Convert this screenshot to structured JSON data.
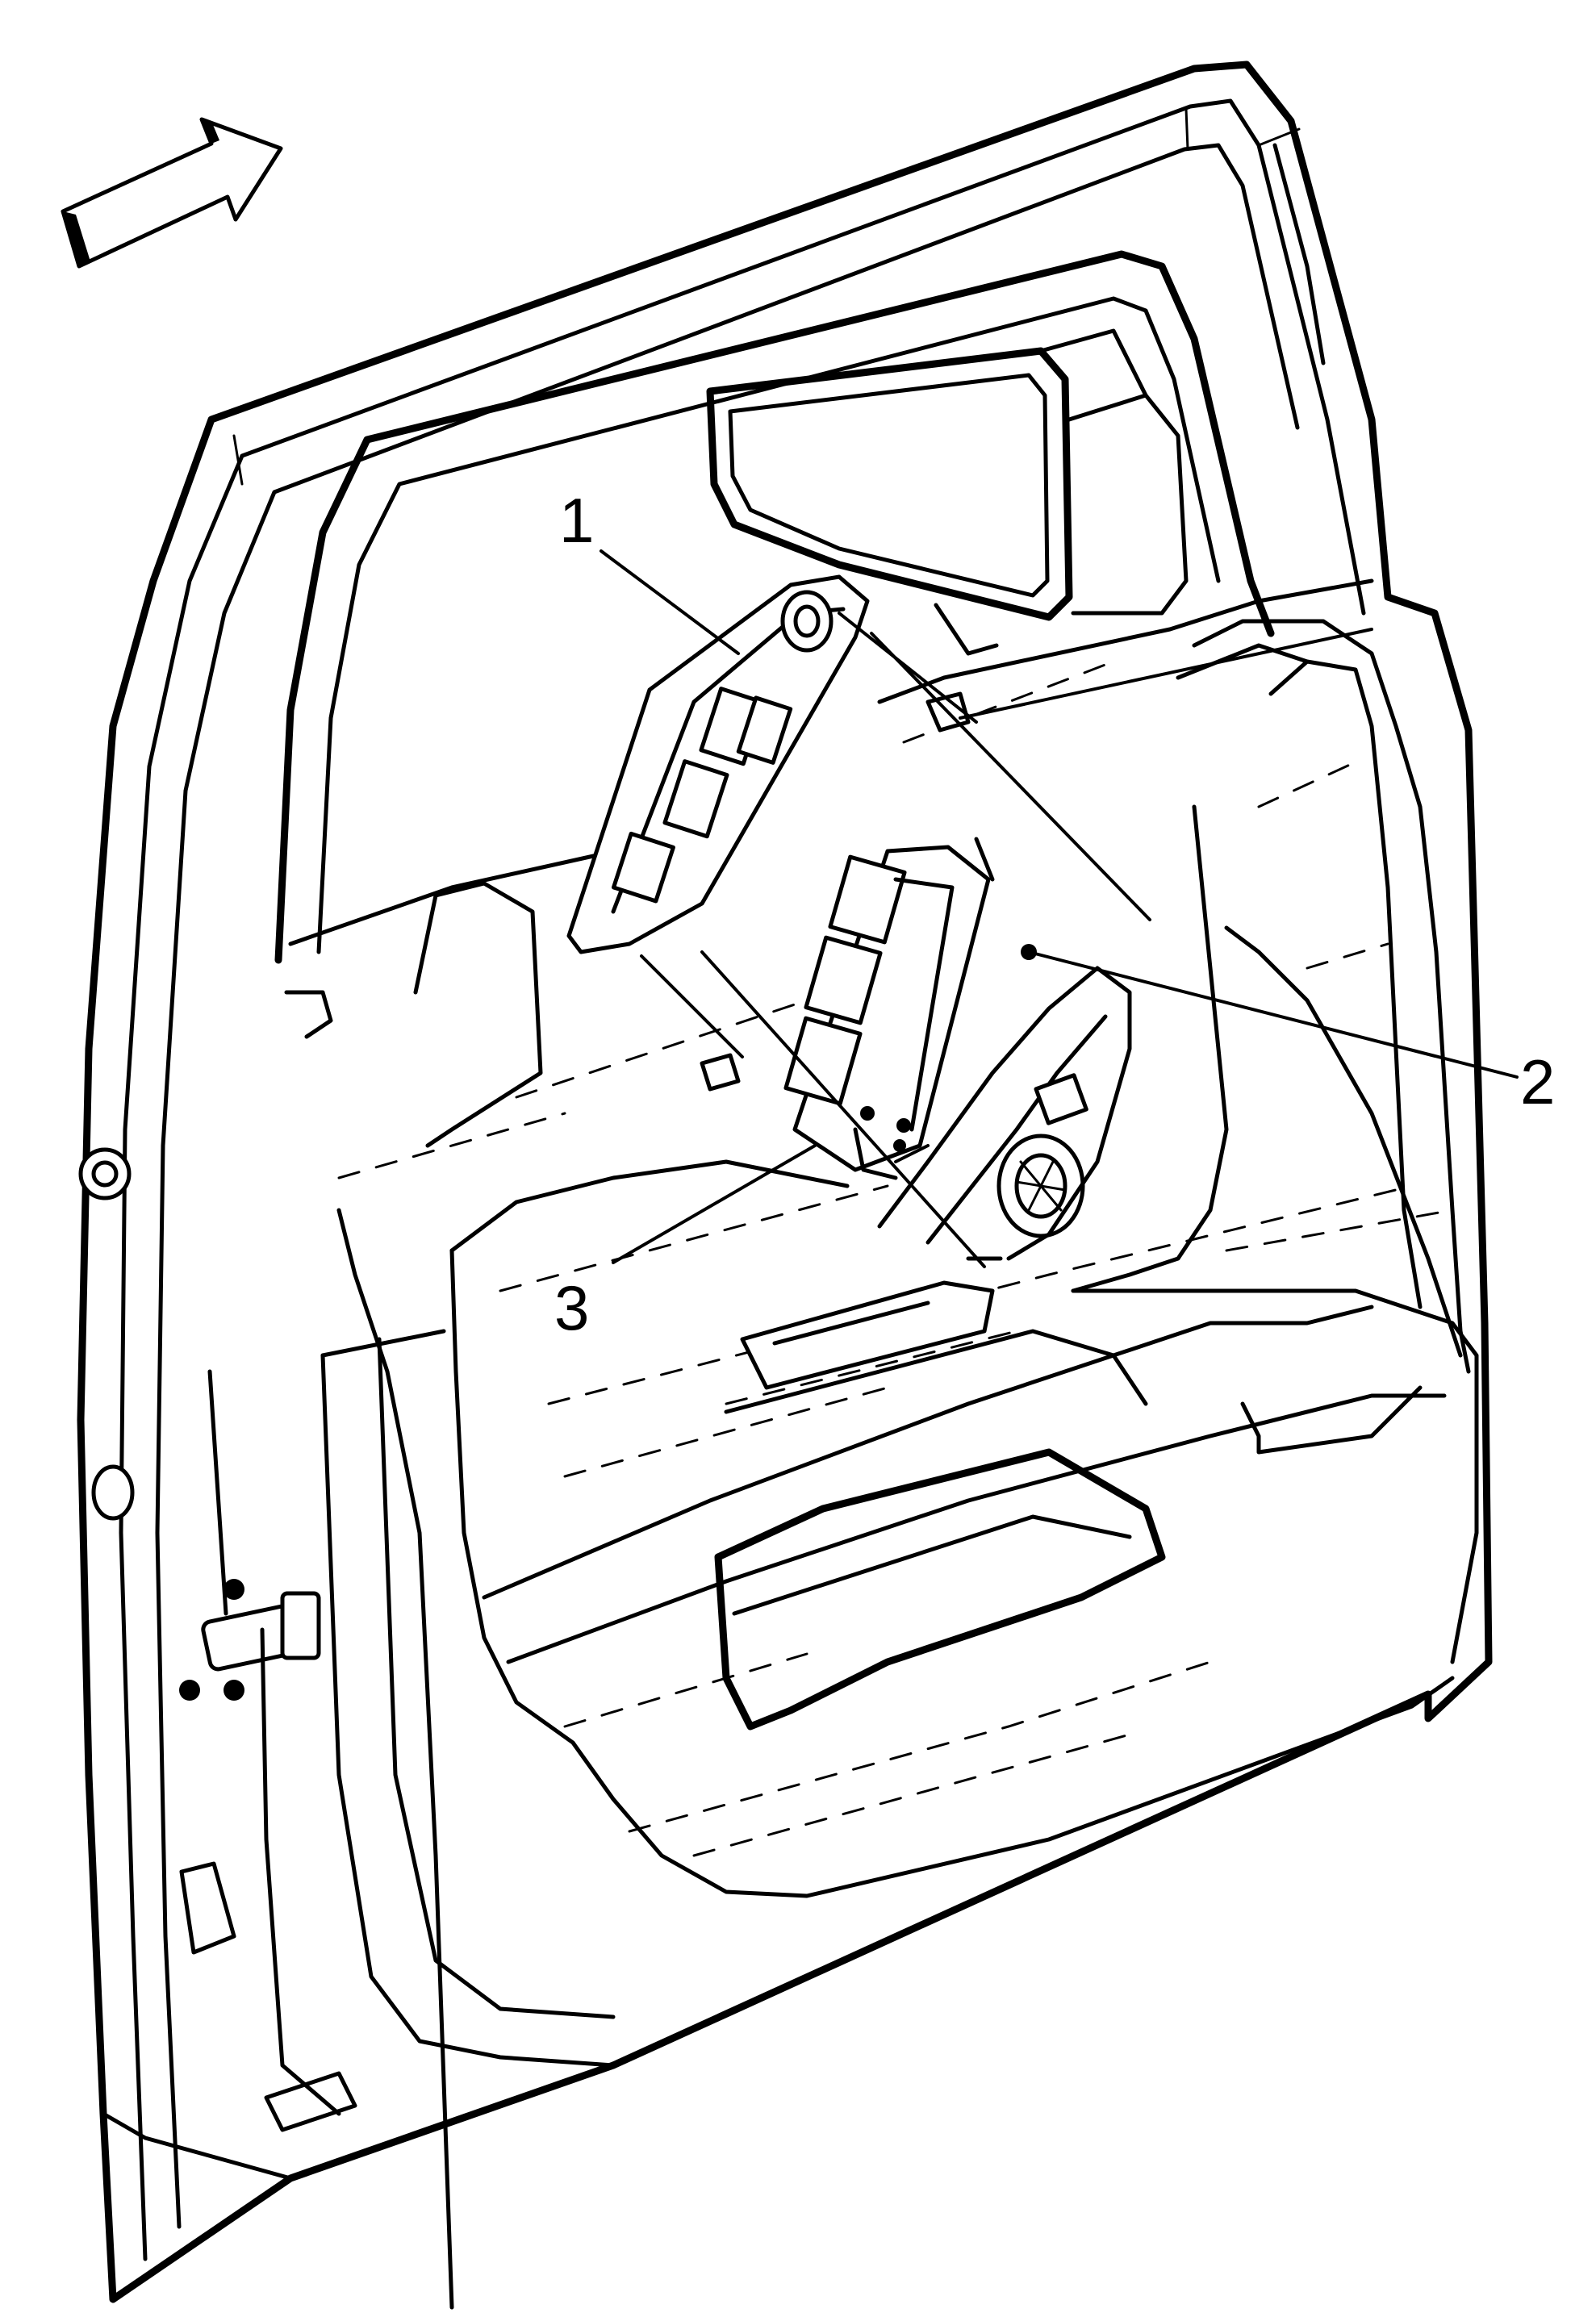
{
  "callouts": [
    {
      "id": "1",
      "label": "1"
    },
    {
      "id": "2",
      "label": "2"
    },
    {
      "id": "3",
      "label": "3"
    }
  ],
  "colors": {
    "line": "#000000",
    "background": "#ffffff"
  },
  "icons": {
    "direction_indicator": "front-direction-arrow-icon"
  }
}
